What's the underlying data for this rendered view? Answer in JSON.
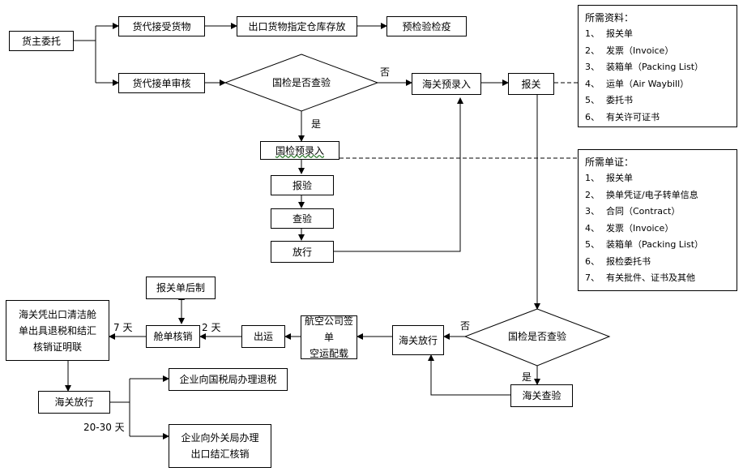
{
  "nodes": {
    "shipper": "货主委托",
    "forwarder_accept": "货代接受货物",
    "warehouse": "出口货物指定仓库存放",
    "pre_inspection": "预检验检疫",
    "forwarder_review": "货代接单审核",
    "need_inspection_1": "国检是否查验",
    "customs_preentry": "海关预录入",
    "declare": "报关",
    "inspection_preentry": "国检预录入",
    "report_inspection": "报验",
    "inspect": "查验",
    "release_1": "放行",
    "late_declaration": "报关单后制",
    "export_docs": [
      "海关凭出口清洁舱",
      "单出具退税和结汇",
      "核销证明联"
    ],
    "manifest_verify": "舱单核销",
    "ship_out": "出运",
    "airline_sign": [
      "航空公司签单",
      "空运配载"
    ],
    "customs_release_1": "海关放行",
    "need_inspection_2": "国检是否查验",
    "customs_inspect": "海关查验",
    "customs_release_2": "海关放行",
    "tax_refund": "企业向国税局办理退税",
    "forex": [
      "企业向外关局办理",
      "出口结汇核销"
    ]
  },
  "edge_labels": {
    "no_1": "否",
    "yes_1": "是",
    "no_2": "否",
    "yes_2": "是",
    "days_7": "7 天",
    "days_2": "2 天",
    "days_20_30": "20-30 天"
  },
  "required_docs": {
    "title": "所需资料：",
    "items": [
      {
        "num": "1、",
        "text": "报关单"
      },
      {
        "num": "2、",
        "text": "发票（Invoice）"
      },
      {
        "num": "3、",
        "text": "装箱单（Packing List）"
      },
      {
        "num": "4、",
        "text": "运单（Air Waybill）"
      },
      {
        "num": "5、",
        "text": "委托书"
      },
      {
        "num": "6、",
        "text": "有关许可证书"
      }
    ]
  },
  "required_certs": {
    "title": "所需单证：",
    "items": [
      {
        "num": "1、",
        "text": "报关单"
      },
      {
        "num": "2、",
        "text": "换单凭证/电子转单信息"
      },
      {
        "num": "3、",
        "text": "合同（Contract）"
      },
      {
        "num": "4、",
        "text": "发票（Invoice）"
      },
      {
        "num": "5、",
        "text": "装箱单（Packing List）"
      },
      {
        "num": "6、",
        "text": "报检委托书"
      },
      {
        "num": "7、",
        "text": "有关批件、证书及其他"
      }
    ]
  }
}
